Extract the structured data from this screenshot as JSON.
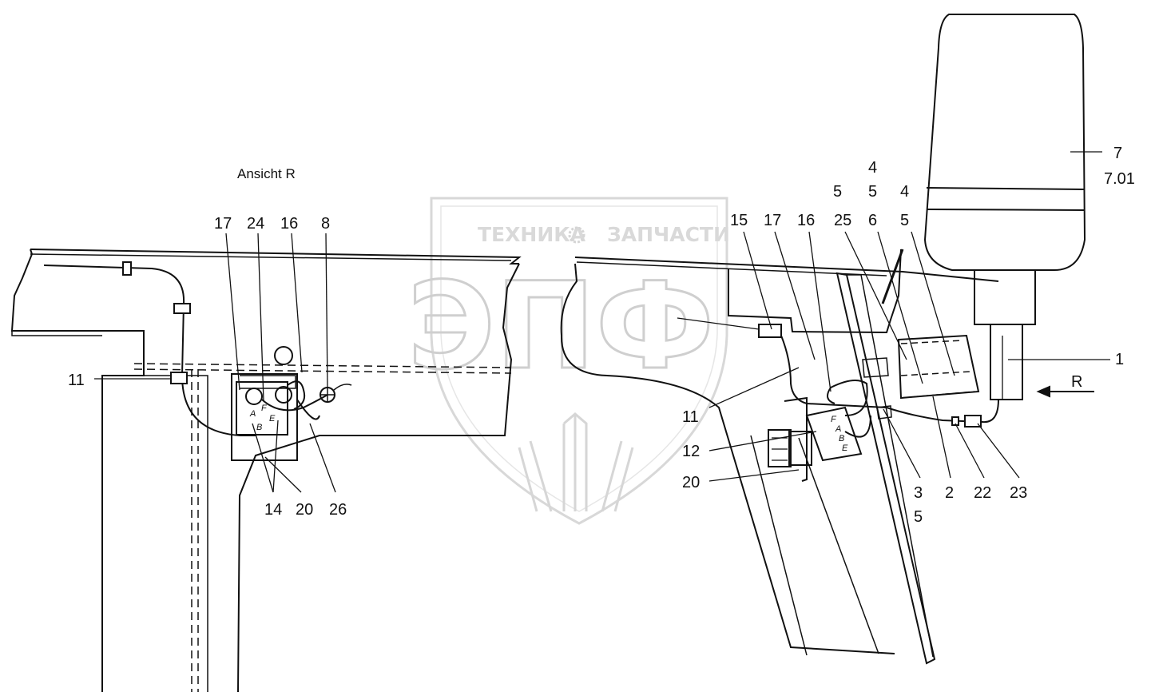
{
  "view_title": "Ansicht R",
  "direction_label": "R",
  "watermark": {
    "line1_left": "ТЕХНИКА",
    "line1_right": "ЗАПЧАСТИ",
    "monogram": "ЭПФ"
  },
  "left_view": {
    "callouts": {
      "c11": "11",
      "c17": "17",
      "c24": "24",
      "c16": "16",
      "c8": "8",
      "c14": "14",
      "c20": "20",
      "c26": "26"
    },
    "terminal_letters": {
      "a": "A",
      "f": "F",
      "e": "E",
      "b": "B"
    }
  },
  "right_view": {
    "callouts": {
      "c15": "15",
      "c17": "17",
      "c16": "16",
      "c25": "25",
      "c6": "6",
      "c4_top": "4",
      "c5_a": "5",
      "c5_b": "5",
      "c4_b": "4",
      "c5_c": "5",
      "c7": "7",
      "c7_01": "7.01",
      "c1": "1",
      "c11": "11",
      "c12": "12",
      "c20": "20",
      "c3": "3",
      "c5_d": "5",
      "c2": "2",
      "c22": "22",
      "c23": "23"
    },
    "terminal_letters": {
      "f": "F",
      "a": "A",
      "b": "B",
      "e": "E"
    }
  }
}
